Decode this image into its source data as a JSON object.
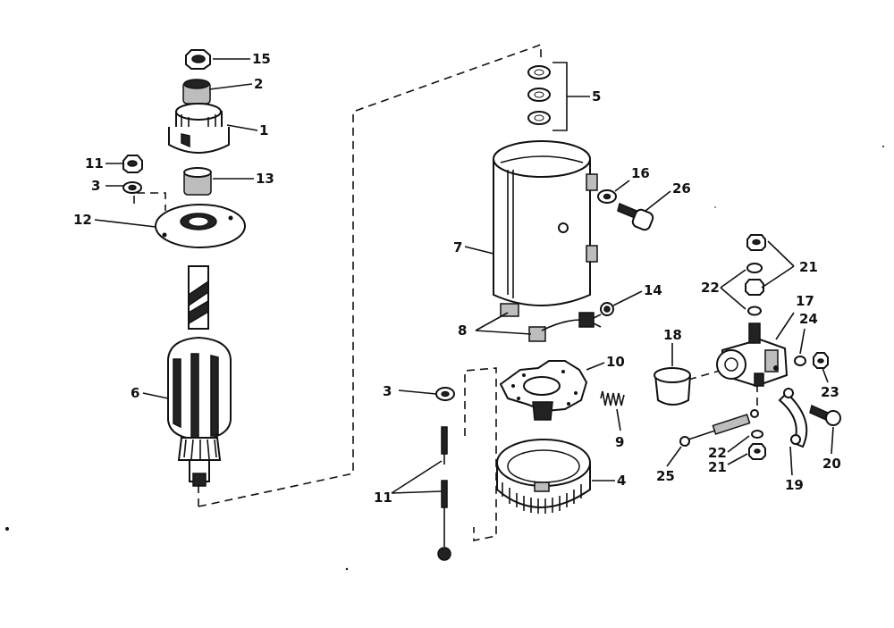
{
  "diagram": {
    "labels": [
      "15",
      "2",
      "1",
      "11",
      "3",
      "13",
      "12",
      "6",
      "5",
      "16",
      "26",
      "7",
      "14",
      "8",
      "10",
      "3",
      "9",
      "11",
      "4",
      "21",
      "22",
      "17",
      "24",
      "18",
      "23",
      "22",
      "21",
      "25",
      "19",
      "20"
    ]
  },
  "colors": {
    "ink": "#111111",
    "background": "#ffffff"
  }
}
